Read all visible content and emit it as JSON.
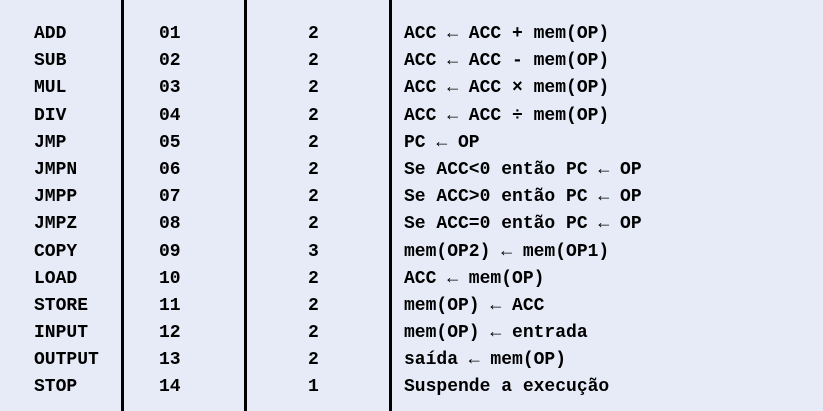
{
  "table": {
    "rows": [
      {
        "mnemonic": "ADD",
        "opcode": "01",
        "size": "2",
        "action": "ACC ← ACC + mem(OP)"
      },
      {
        "mnemonic": "SUB",
        "opcode": "02",
        "size": "2",
        "action": "ACC ← ACC - mem(OP)"
      },
      {
        "mnemonic": "MUL",
        "opcode": "03",
        "size": "2",
        "action": "ACC ← ACC × mem(OP)"
      },
      {
        "mnemonic": "DIV",
        "opcode": "04",
        "size": "2",
        "action": "ACC ← ACC ÷ mem(OP)"
      },
      {
        "mnemonic": "JMP",
        "opcode": "05",
        "size": "2",
        "action": "PC ← OP"
      },
      {
        "mnemonic": "JMPN",
        "opcode": "06",
        "size": "2",
        "action": "Se ACC<0 então PC ← OP"
      },
      {
        "mnemonic": "JMPP",
        "opcode": "07",
        "size": "2",
        "action": "Se ACC>0 então PC ← OP"
      },
      {
        "mnemonic": "JMPZ",
        "opcode": "08",
        "size": "2",
        "action": "Se ACC=0 então PC ← OP"
      },
      {
        "mnemonic": "COPY",
        "opcode": "09",
        "size": "3",
        "action": "mem(OP2) ← mem(OP1)"
      },
      {
        "mnemonic": "LOAD",
        "opcode": "10",
        "size": "2",
        "action": "ACC ← mem(OP)"
      },
      {
        "mnemonic": "STORE",
        "opcode": "11",
        "size": "2",
        "action": "mem(OP) ← ACC"
      },
      {
        "mnemonic": "INPUT",
        "opcode": "12",
        "size": "2",
        "action": "mem(OP) ← entrada"
      },
      {
        "mnemonic": "OUTPUT",
        "opcode": "13",
        "size": "2",
        "action": "saída ← mem(OP)"
      },
      {
        "mnemonic": "STOP",
        "opcode": "14",
        "size": "1",
        "action": "Suspende a execução"
      }
    ]
  }
}
